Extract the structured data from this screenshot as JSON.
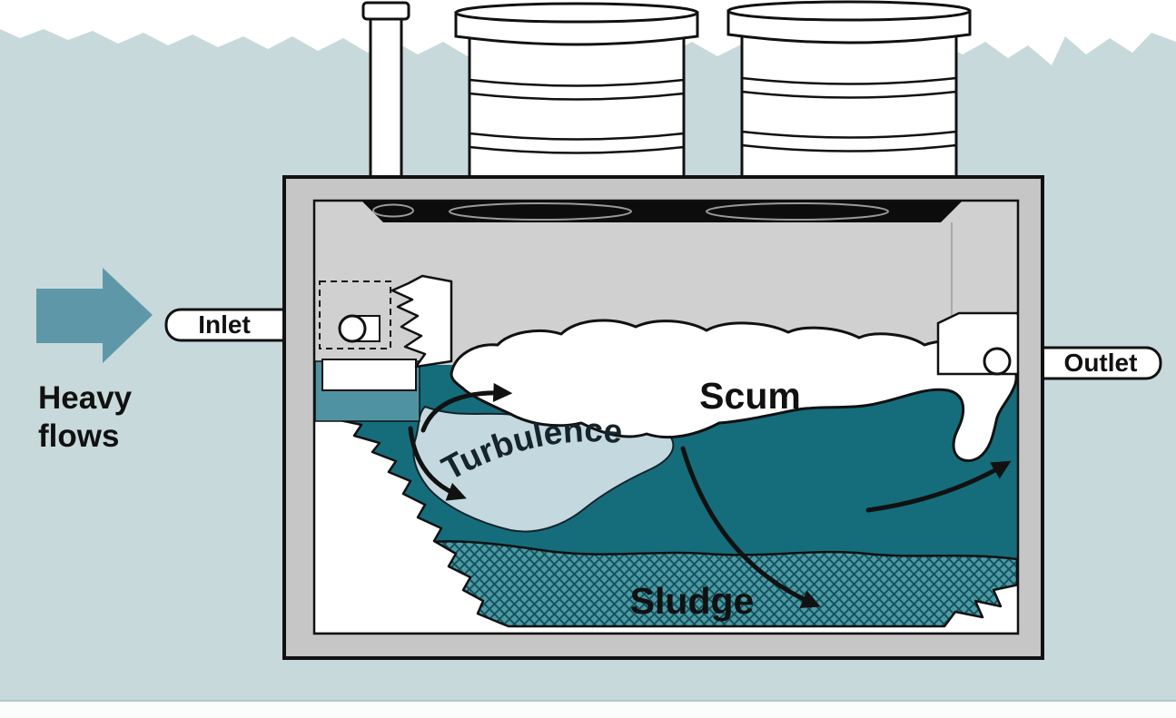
{
  "title": "Septic tank cross-section diagram under heavy flows",
  "labels": {
    "heavy_flows_line1": "Heavy",
    "heavy_flows_line2": "flows",
    "inlet": "Inlet",
    "outlet": "Outlet",
    "scum": "Scum",
    "turbulence": "Turbulence",
    "sludge": "Sludge"
  },
  "colors": {
    "background_sky": "#c8d9dc",
    "ground_band": "#ffffff",
    "tank_wall_gray": "#c6c6c6",
    "tank_interior_gray": "#d0d0d0",
    "ceiling_black": "#0c0c0c",
    "water_dark_teal": "#156d7c",
    "baffle_pocket_teal": "#4f93a3",
    "turbulence_light_blue": "#c4d9df",
    "sludge_teal": "#4d9aa6",
    "sludge_hatch": "#14525c",
    "heavy_flow_arrow_teal": "#5e98a8",
    "outline_black": "#111111",
    "label_text": "#111111"
  }
}
